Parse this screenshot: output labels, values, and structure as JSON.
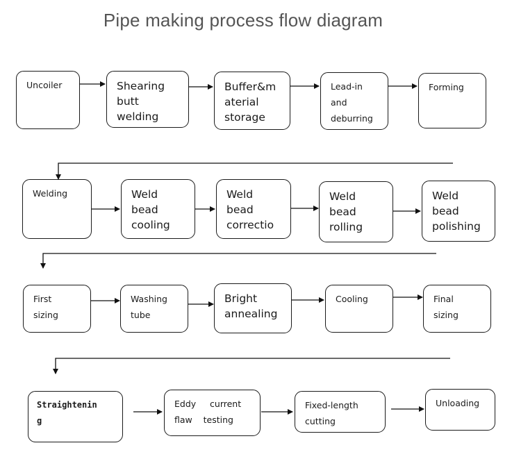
{
  "title": "Pipe making process flow diagram",
  "rows": [
    {
      "steps": [
        {
          "label": "Uncoiler"
        },
        {
          "label": "Shearing\nbutt\nwelding"
        },
        {
          "label": "Buffer&m\naterial\nstorage"
        },
        {
          "label": "Lead-in\nand\ndeburring"
        },
        {
          "label": "Forming"
        }
      ]
    },
    {
      "steps": [
        {
          "label": "Welding"
        },
        {
          "label": "Weld\nbead\ncooling"
        },
        {
          "label": "Weld\nbead\ncorrectio"
        },
        {
          "label": "Weld\nbead\nrolling"
        },
        {
          "label": "Weld\nbead\npolishing"
        }
      ]
    },
    {
      "steps": [
        {
          "label": "First\nsizing"
        },
        {
          "label": "Washing\ntube"
        },
        {
          "label": "Bright\nannealing"
        },
        {
          "label": "Cooling"
        },
        {
          "label": "Final\nsizing"
        }
      ]
    },
    {
      "steps": [
        {
          "label": "Straightenin\ng"
        },
        {
          "label": "Eddy     current\nflaw    testing"
        },
        {
          "label": "Fixed-length\ncutting"
        },
        {
          "label": "Unloading"
        }
      ]
    }
  ]
}
